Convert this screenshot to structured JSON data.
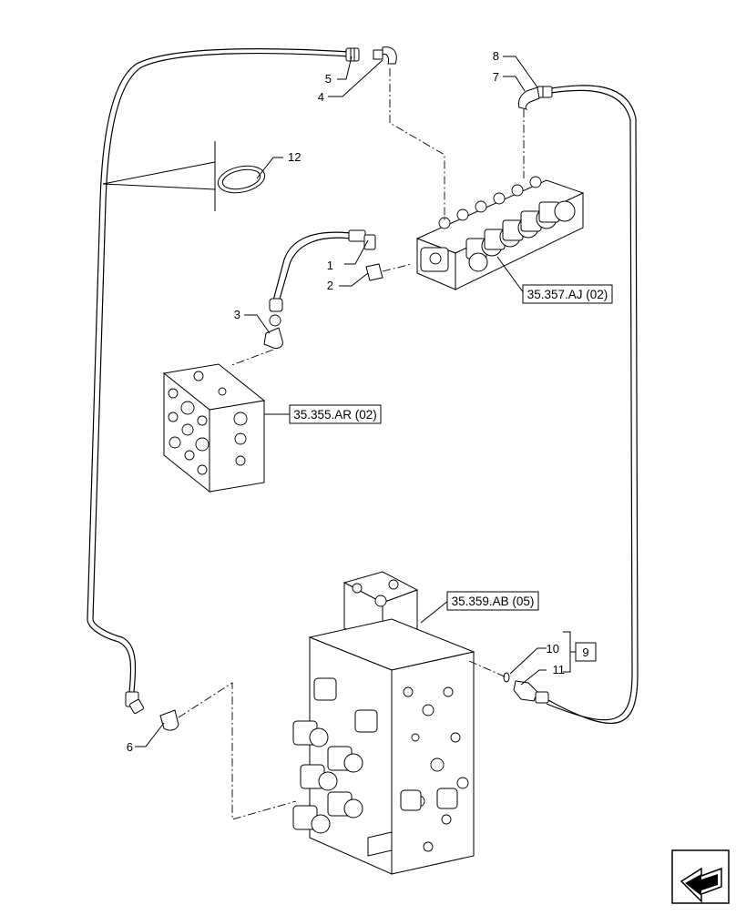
{
  "callouts": [
    "1",
    "2",
    "3",
    "4",
    "5",
    "6",
    "7",
    "8",
    "9",
    "10",
    "11",
    "12"
  ],
  "references": {
    "ref_357": "35.357.AJ (02)",
    "ref_355": "35.355.AR (02)",
    "ref_359": "35.359.AB (05)"
  },
  "nav_icon": "next-page-arrow-icon"
}
